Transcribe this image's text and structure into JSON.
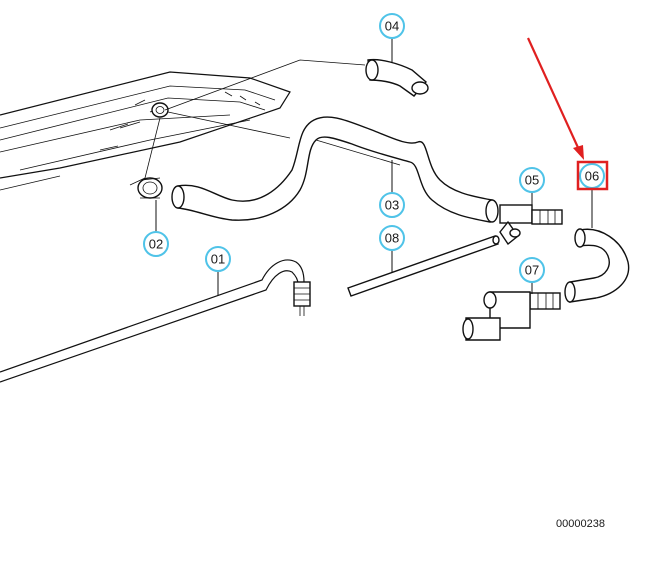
{
  "diagram": {
    "callouts": {
      "c01": "01",
      "c02": "02",
      "c03": "03",
      "c04": "04",
      "c05": "05",
      "c06": "06",
      "c07": "07",
      "c08": "08"
    },
    "highlighted": "06",
    "drawing_number": "00000238",
    "colors": {
      "callout_ring": "#4fc3e8",
      "highlight_box": "#e02020",
      "arrow": "#e02020",
      "line_art": "#111111"
    }
  }
}
